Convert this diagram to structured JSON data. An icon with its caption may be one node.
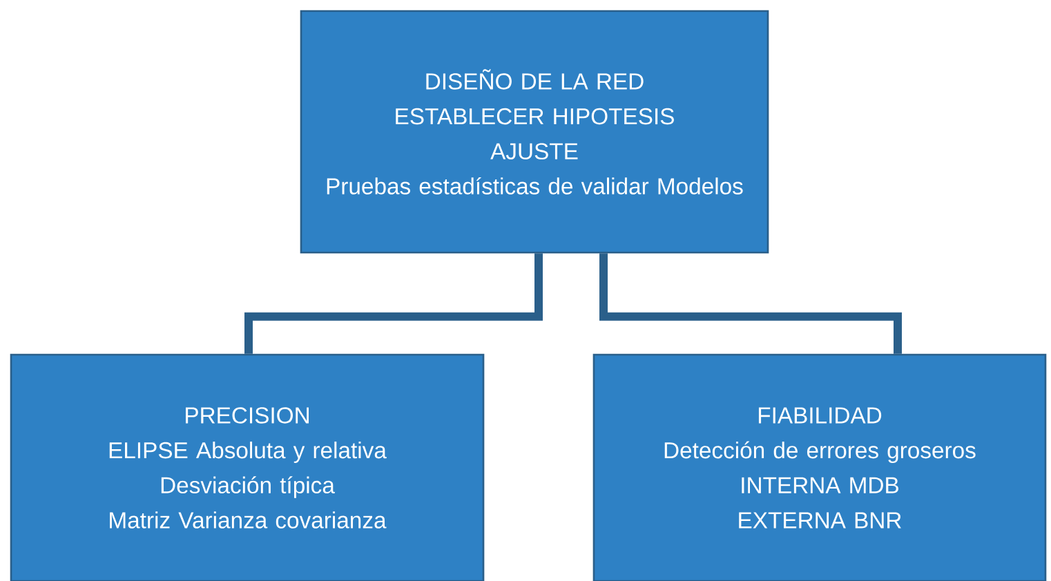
{
  "diagram": {
    "nodes": [
      {
        "text": [
          "DISEÑO DE LA RED",
          "ESTABLECER HIPOTESIS",
          "AJUSTE",
          "Pruebas estadísticas de validar Modelos"
        ]
      },
      {
        "text": [
          "PRECISION",
          "ELIPSE Absoluta y relativa",
          "Desviación típica",
          "Matriz Varianza covarianza"
        ]
      },
      {
        "text": [
          "FIABILIDAD",
          "Detección de errores groseros",
          "INTERNA MDB",
          "EXTERNA BNR"
        ]
      }
    ],
    "edges": [
      {
        "from": 0,
        "to": 1,
        "arrow": "none"
      },
      {
        "from": 0,
        "to": 2,
        "arrow": "none"
      }
    ]
  }
}
